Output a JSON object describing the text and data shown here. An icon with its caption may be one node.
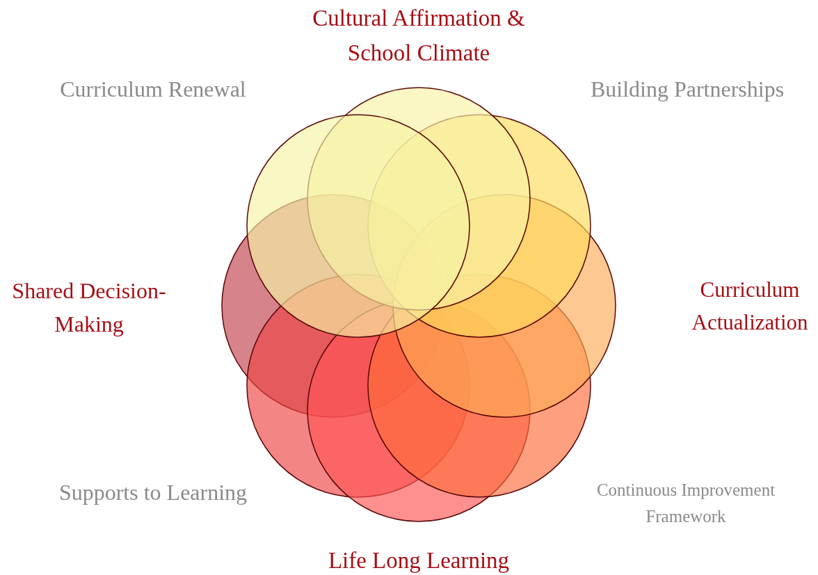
{
  "diagram": {
    "nodes": [
      {
        "text": [
          "Cultural Affirmation & School Climate"
        ]
      },
      {
        "text": [
          "Curriculum Renewal"
        ]
      },
      {
        "text": [
          "Building Partnerships"
        ]
      },
      {
        "text": [
          "Shared Decision-Making"
        ]
      },
      {
        "text": [
          "Curriculum Actualization"
        ]
      },
      {
        "text": [
          "Supports to Learning"
        ]
      },
      {
        "text": [
          "Continuous Improvement Framework"
        ]
      },
      {
        "text": [
          "Life Long Learning"
        ]
      }
    ]
  }
}
